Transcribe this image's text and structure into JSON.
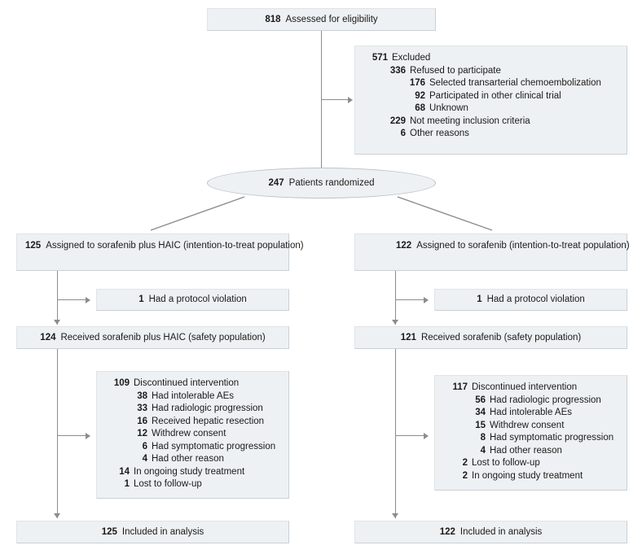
{
  "diagram": {
    "type": "consort-flow-diagram",
    "colors": {
      "box_fill": "#eef1f3",
      "box_border": "#c9d0d6",
      "connector": "#8c8c8c",
      "text": "#1a1a1a"
    },
    "enrollment": {
      "assessed": {
        "num": "818",
        "label": "Assessed for eligibility"
      },
      "excluded": [
        {
          "num": "571",
          "label": "Excluded",
          "indent": 0
        },
        {
          "num": "336",
          "label": "Refused to participate",
          "indent": 1
        },
        {
          "num": "176",
          "label": "Selected transarterial chemoembolization",
          "indent": 2
        },
        {
          "num": "92",
          "label": "Participated in other clinical trial",
          "indent": 2
        },
        {
          "num": "68",
          "label": "Unknown",
          "indent": 2
        },
        {
          "num": "229",
          "label": "Not meeting inclusion criteria",
          "indent": 1
        },
        {
          "num": "6",
          "label": "Other reasons",
          "indent": 1
        }
      ],
      "randomized": {
        "num": "247",
        "label": "Patients randomized"
      }
    },
    "arms": {
      "left": {
        "assigned": {
          "num": "125",
          "label": "Assigned to sorafenib plus HAIC (intention-to-treat population)"
        },
        "violation": {
          "num": "1",
          "label": "Had a protocol violation"
        },
        "received": {
          "num": "124",
          "label": "Received sorafenib plus HAIC (safety population)"
        },
        "discontinued": [
          {
            "num": "109",
            "label": "Discontinued intervention",
            "indent": 0
          },
          {
            "num": "38",
            "label": "Had intolerable AEs",
            "indent": 1
          },
          {
            "num": "33",
            "label": "Had radiologic progression",
            "indent": 1
          },
          {
            "num": "16",
            "label": "Received hepatic resection",
            "indent": 1
          },
          {
            "num": "12",
            "label": "Withdrew consent",
            "indent": 1
          },
          {
            "num": "6",
            "label": "Had symptomatic progression",
            "indent": 1
          },
          {
            "num": "4",
            "label": "Had other reason",
            "indent": 1
          },
          {
            "num": "14",
            "label": "In ongoing study treatment",
            "indent": 0
          },
          {
            "num": "1",
            "label": "Lost to follow-up",
            "indent": 0
          }
        ],
        "analyzed": {
          "num": "125",
          "label": "Included in analysis"
        }
      },
      "right": {
        "assigned": {
          "num": "122",
          "label": "Assigned to sorafenib (intention-to-treat population)"
        },
        "violation": {
          "num": "1",
          "label": "Had a protocol violation"
        },
        "received": {
          "num": "121",
          "label": "Received sorafenib (safety population)"
        },
        "discontinued": [
          {
            "num": "117",
            "label": "Discontinued intervention",
            "indent": 0
          },
          {
            "num": "56",
            "label": "Had radiologic progression",
            "indent": 1
          },
          {
            "num": "34",
            "label": "Had intolerable AEs",
            "indent": 1
          },
          {
            "num": "15",
            "label": "Withdrew consent",
            "indent": 1
          },
          {
            "num": "8",
            "label": "Had symptomatic progression",
            "indent": 1
          },
          {
            "num": "4",
            "label": "Had other reason",
            "indent": 1
          },
          {
            "num": "2",
            "label": "Lost to follow-up",
            "indent": 0
          },
          {
            "num": "2",
            "label": "In ongoing study treatment",
            "indent": 0
          }
        ],
        "analyzed": {
          "num": "122",
          "label": "Included in analysis"
        }
      }
    }
  }
}
